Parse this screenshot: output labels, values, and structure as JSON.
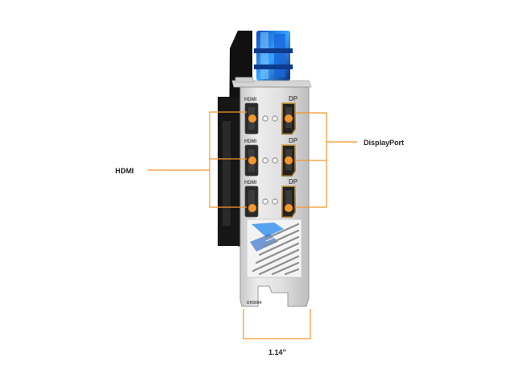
{
  "callouts": {
    "hdmi": "HDMI",
    "displayport": "DisplayPort",
    "width": "1.14”"
  },
  "bracket": {
    "port_labels": {
      "hdmi_1": "HDMI",
      "hdmi_2": "HDMI",
      "hdmi_3": "HDMI",
      "dp_1": "DP",
      "dp_2": "DP",
      "dp_3": "DP"
    },
    "part_code": "DH0004"
  },
  "colors": {
    "accent_orange": "#f5962a",
    "bracket_silver": "#dcdcdc",
    "card_dark": "#1a1a1a",
    "cooling_blue": "#2a7fe0"
  },
  "icons": {
    "hdmi_port": "hdmi-port-icon",
    "displayport_port": "displayport-port-icon",
    "screw": "screw-icon"
  }
}
